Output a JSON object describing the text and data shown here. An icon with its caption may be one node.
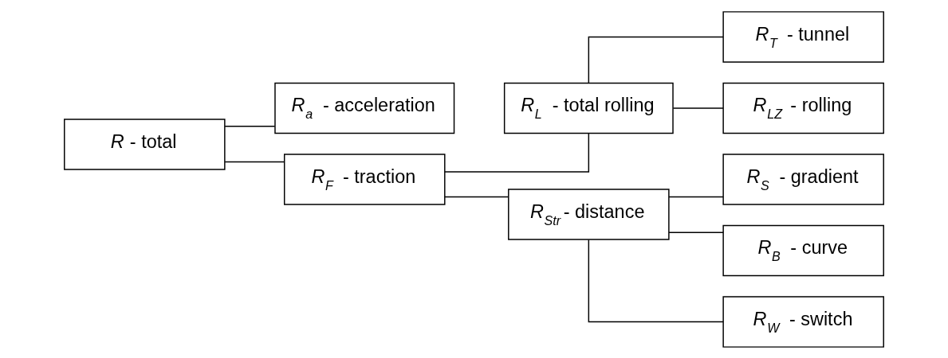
{
  "diagram": {
    "nodes": [
      {
        "text": [
          "*R* - total"
        ]
      },
      {
        "text": [
          "*R*$_{a}$ - acceleration"
        ]
      },
      {
        "text": [
          "*R*$_{F}$ - traction"
        ]
      },
      {
        "text": [
          "*R*$_{L}$ - total rolling"
        ]
      },
      {
        "text": [
          "*R*$_{Str}$- distance"
        ]
      },
      {
        "text": [
          "*R*$_{T}$ - tunnel"
        ]
      },
      {
        "text": [
          "*R*$_{LZ}$ - rolling"
        ]
      },
      {
        "text": [
          "*R*$_{S}$ - gradient"
        ]
      },
      {
        "text": [
          "*R*$_{B}$ - curve"
        ]
      },
      {
        "text": [
          "*R*$_{W}$ - switch"
        ]
      }
    ],
    "edges": [
      {
        "from": 0,
        "to": 1,
        "arrow": "none"
      },
      {
        "from": 0,
        "to": 2,
        "arrow": "none"
      },
      {
        "from": 2,
        "to": 3,
        "arrow": "none"
      },
      {
        "from": 2,
        "to": 4,
        "arrow": "none"
      },
      {
        "from": 3,
        "to": 5,
        "arrow": "none"
      },
      {
        "from": 3,
        "to": 6,
        "arrow": "none"
      },
      {
        "from": 4,
        "to": 7,
        "arrow": "none"
      },
      {
        "from": 4,
        "to": 8,
        "arrow": "none"
      },
      {
        "from": 4,
        "to": 9,
        "arrow": "none"
      }
    ]
  }
}
